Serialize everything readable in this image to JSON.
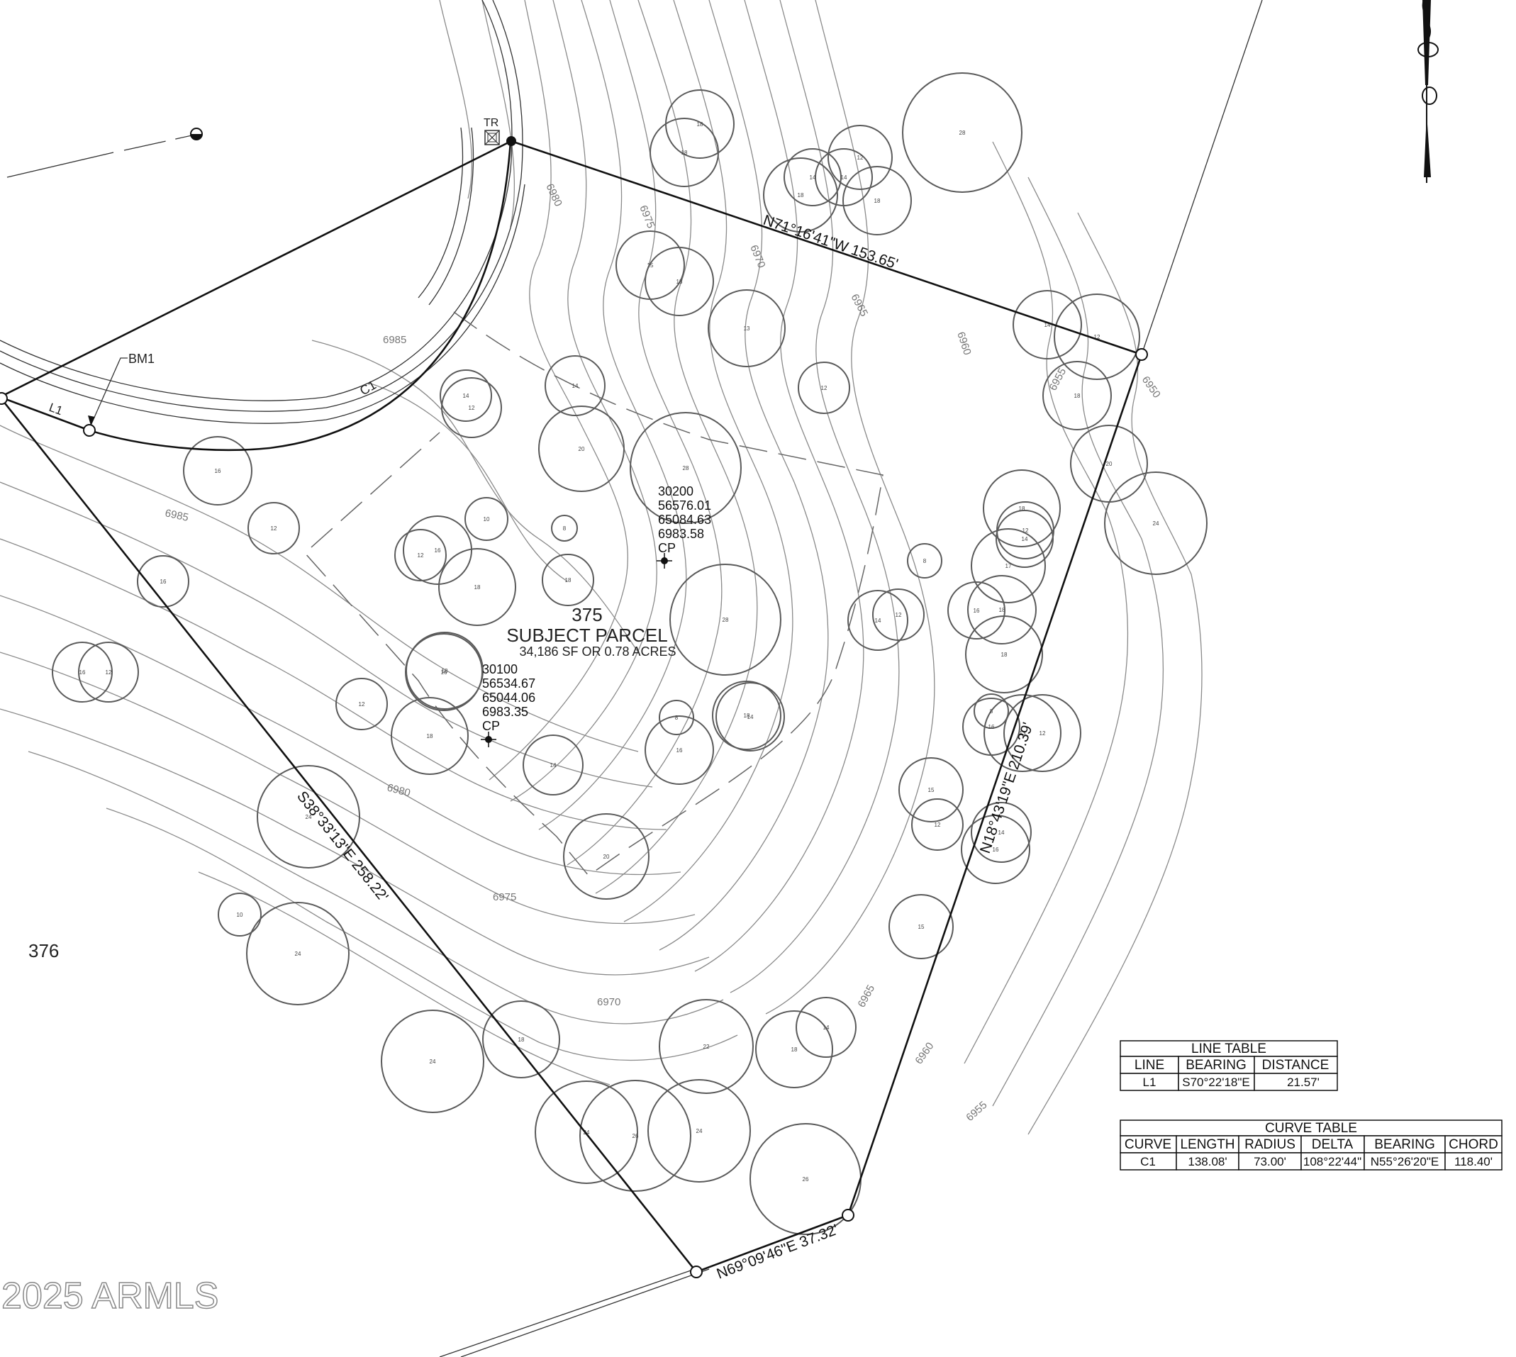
{
  "parcel": {
    "number": "375",
    "title": "SUBJECT PARCEL",
    "area": "34,186 SF OR 0.78 ACRES"
  },
  "neighbor_parcel": "376",
  "control_points": [
    {
      "id": "30200",
      "northing": "56576.01",
      "easting": "65084.63",
      "elevation": "6983.58",
      "label": "CP"
    },
    {
      "id": "30100",
      "northing": "56534.67",
      "easting": "65044.06",
      "elevation": "6983.35",
      "label": "CP"
    }
  ],
  "boundary_calls": {
    "north": "N71°16'41\"W 153.65'",
    "east": "N18°43'19\"E 210.39'",
    "west": "S38°33'13\"E 258.22'",
    "south": "N69°09'46\"E 37.32'"
  },
  "labels": {
    "bm1": "BM1",
    "l1": "L1",
    "c1": "C1",
    "tr": "TR",
    "watermark": "2025 ARMLS"
  },
  "contour_labels": [
    "6985",
    "6985",
    "6980",
    "6980",
    "6975",
    "6975",
    "6970",
    "6970",
    "6965",
    "6965",
    "6960",
    "6960",
    "6955",
    "6955",
    "6950"
  ],
  "trees": [
    "18",
    "18",
    "14",
    "18",
    "14",
    "12",
    "18",
    "28",
    "15",
    "18",
    "13",
    "12",
    "14",
    "12",
    "18",
    "14",
    "12",
    "14",
    "16",
    "20",
    "28",
    "10",
    "8",
    "12",
    "16",
    "18",
    "12",
    "8",
    "18",
    "20",
    "14",
    "12",
    "18",
    "18",
    "24",
    "28",
    "14",
    "12",
    "18",
    "18",
    "17",
    "16",
    "18",
    "16",
    "12",
    "18",
    "16",
    "14",
    "13",
    "8",
    "14",
    "8",
    "15",
    "16",
    "14",
    "12",
    "12",
    "16",
    "16",
    "12",
    "20",
    "16",
    "10",
    "24",
    "24",
    "18",
    "24",
    "22",
    "18",
    "14",
    "24",
    "26",
    "24",
    "15",
    "26"
  ],
  "line_table": {
    "title": "LINE TABLE",
    "headers": [
      "LINE",
      "BEARING",
      "DISTANCE"
    ],
    "rows": [
      [
        "L1",
        "S70°22'18\"E",
        "21.57'"
      ]
    ]
  },
  "curve_table": {
    "title": "CURVE TABLE",
    "headers": [
      "CURVE",
      "LENGTH",
      "RADIUS",
      "DELTA",
      "BEARING",
      "CHORD"
    ],
    "rows": [
      [
        "C1",
        "138.08'",
        "73.00'",
        "108°22'44\"",
        "N55°26'20\"E",
        "118.40'"
      ]
    ]
  }
}
